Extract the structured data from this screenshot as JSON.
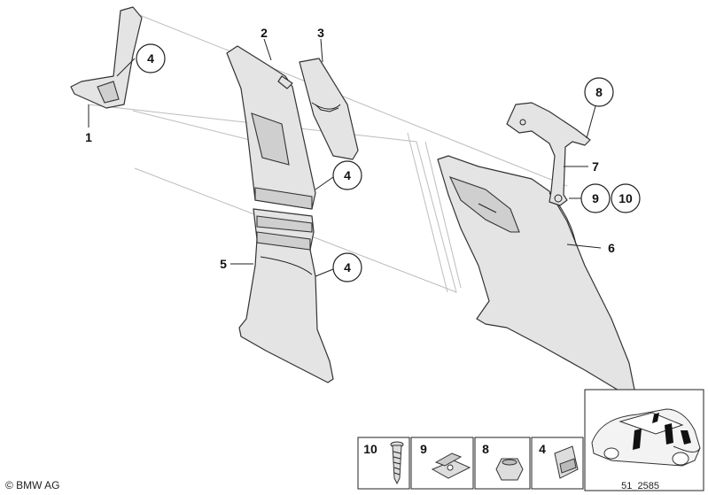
{
  "labels": {
    "p1": "1",
    "p2": "2",
    "p3": "3",
    "p4a": "4",
    "p4b": "4",
    "p4c": "4",
    "p5": "5",
    "p6": "6",
    "p7": "7",
    "p8": "8",
    "p9": "9",
    "p10": "10"
  },
  "legend": {
    "item10": "10",
    "item9": "9",
    "item8": "8",
    "item4": "4"
  },
  "footer": {
    "copyright": "© BMW AG",
    "drawing_number": "51_2585"
  }
}
